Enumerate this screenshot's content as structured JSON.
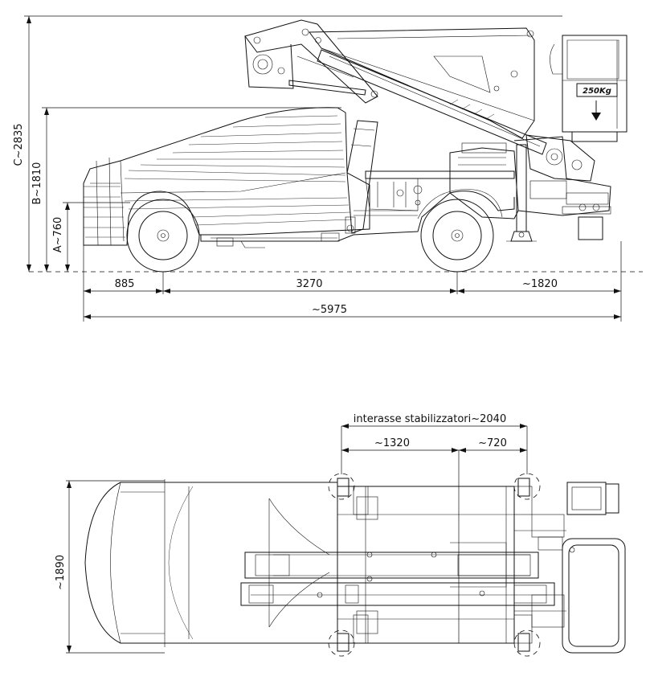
{
  "side_view": {
    "dimensions": {
      "height_c": "C~2835",
      "height_b": "B~1810",
      "height_a": "A~760",
      "front_overhang": "885",
      "wheelbase": "3270",
      "rear_overhang": "~1820",
      "total_length": "~5975"
    },
    "basket_load_label": "250Kg"
  },
  "top_view": {
    "dimensions": {
      "stabilizer_spacing": "interasse stabilizzatori~2040",
      "stabilizer_front": "~1320",
      "stabilizer_rear": "~720",
      "width": "~1890"
    }
  }
}
